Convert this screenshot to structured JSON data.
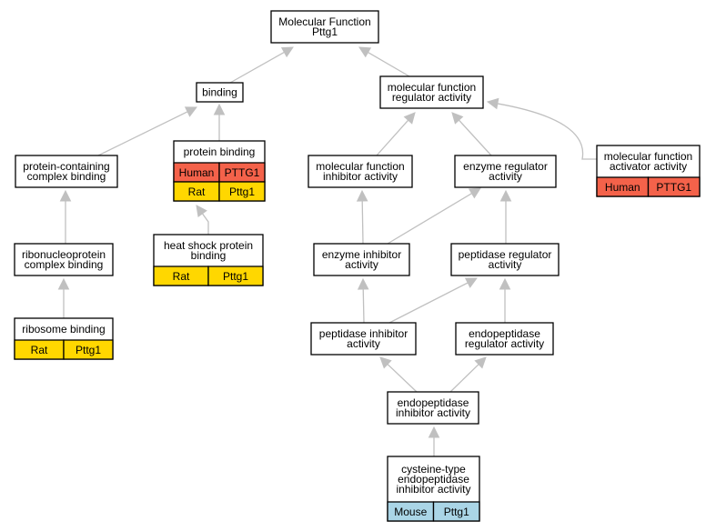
{
  "colors": {
    "human": "#f4624a",
    "rat": "#ffd700",
    "mouse": "#aad5e6",
    "edge": "#c0c0c0",
    "border": "#000000"
  },
  "nodes": [
    {
      "id": "mf_pttg1",
      "lines": [
        "Molecular Function",
        "Pttg1"
      ],
      "annotations": []
    },
    {
      "id": "binding",
      "lines": [
        "binding"
      ],
      "annotations": []
    },
    {
      "id": "mfra",
      "lines": [
        "molecular function",
        "regulator activity"
      ],
      "annotations": []
    },
    {
      "id": "pcb",
      "lines": [
        "protein-containing",
        "complex binding"
      ],
      "annotations": []
    },
    {
      "id": "pb",
      "lines": [
        "protein binding"
      ],
      "annotations": [
        {
          "species": "Human",
          "gene": "PTTG1",
          "color": "human"
        },
        {
          "species": "Rat",
          "gene": "Pttg1",
          "color": "rat"
        }
      ]
    },
    {
      "id": "mfia",
      "lines": [
        "molecular function",
        "inhibitor activity"
      ],
      "annotations": []
    },
    {
      "id": "era",
      "lines": [
        "enzyme regulator",
        "activity"
      ],
      "annotations": []
    },
    {
      "id": "mfaa",
      "lines": [
        "molecular function",
        "activator activity"
      ],
      "annotations": [
        {
          "species": "Human",
          "gene": "PTTG1",
          "color": "human"
        }
      ]
    },
    {
      "id": "rcb",
      "lines": [
        "ribonucleoprotein",
        "complex binding"
      ],
      "annotations": []
    },
    {
      "id": "hspb",
      "lines": [
        "heat shock protein",
        "binding"
      ],
      "annotations": [
        {
          "species": "Rat",
          "gene": "Pttg1",
          "color": "rat"
        }
      ]
    },
    {
      "id": "eia",
      "lines": [
        "enzyme inhibitor",
        "activity"
      ],
      "annotations": []
    },
    {
      "id": "pra",
      "lines": [
        "peptidase regulator",
        "activity"
      ],
      "annotations": []
    },
    {
      "id": "rb",
      "lines": [
        "ribosome binding"
      ],
      "annotations": [
        {
          "species": "Rat",
          "gene": "Pttg1",
          "color": "rat"
        }
      ]
    },
    {
      "id": "pia",
      "lines": [
        "peptidase inhibitor",
        "activity"
      ],
      "annotations": []
    },
    {
      "id": "epra",
      "lines": [
        "endopeptidase",
        "regulator activity"
      ],
      "annotations": []
    },
    {
      "id": "epia",
      "lines": [
        "endopeptidase",
        "inhibitor activity"
      ],
      "annotations": []
    },
    {
      "id": "ctepia",
      "lines": [
        "cysteine-type",
        "endopeptidase",
        "inhibitor activity"
      ],
      "annotations": [
        {
          "species": "Mouse",
          "gene": "Pttg1",
          "color": "mouse"
        }
      ]
    }
  ],
  "edges": [
    {
      "from": "binding",
      "to": "mf_pttg1"
    },
    {
      "from": "mfra",
      "to": "mf_pttg1"
    },
    {
      "from": "pcb",
      "to": "binding"
    },
    {
      "from": "pb",
      "to": "binding"
    },
    {
      "from": "mfia",
      "to": "mfra"
    },
    {
      "from": "era",
      "to": "mfra"
    },
    {
      "from": "mfaa",
      "to": "mfra"
    },
    {
      "from": "rcb",
      "to": "pcb"
    },
    {
      "from": "hspb",
      "to": "pb"
    },
    {
      "from": "eia",
      "to": "mfia"
    },
    {
      "from": "eia",
      "to": "era"
    },
    {
      "from": "pra",
      "to": "era"
    },
    {
      "from": "rb",
      "to": "rcb"
    },
    {
      "from": "pia",
      "to": "eia"
    },
    {
      "from": "pia",
      "to": "pra"
    },
    {
      "from": "epra",
      "to": "pra"
    },
    {
      "from": "epia",
      "to": "pia"
    },
    {
      "from": "epia",
      "to": "epra"
    },
    {
      "from": "ctepia",
      "to": "epia"
    }
  ]
}
